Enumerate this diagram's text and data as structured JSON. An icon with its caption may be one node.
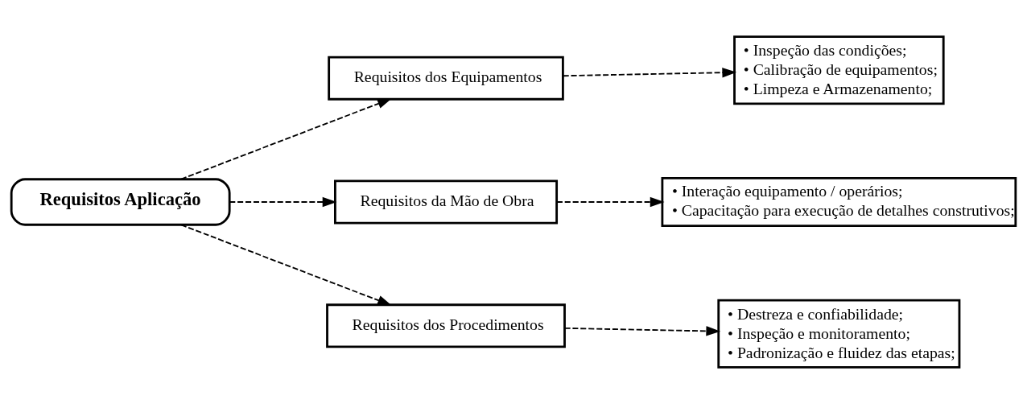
{
  "diagram": {
    "nodes": [
      {
        "text": [
          "Requisitos Aplicação"
        ]
      },
      {
        "text": [
          "Requisitos dos Equipamentos"
        ]
      },
      {
        "text": [
          "Requisitos da Mão de Obra"
        ]
      },
      {
        "text": [
          "Requisitos dos Procedimentos"
        ]
      },
      {
        "text": [
          "• Inspeção das condições;",
          "• Calibração de equipamentos;",
          "• Limpeza e Armazenamento;"
        ]
      },
      {
        "text": [
          "• Interação equipamento / operários;",
          "• Capacitação para execução de detalhes construtivos;"
        ]
      },
      {
        "text": [
          "• Destreza e confiabilidade;",
          "• Inspeção e monitoramento;",
          "• Padronização e fluidez das etapas;"
        ]
      }
    ],
    "edges": [
      {
        "from": 0,
        "to": 1,
        "arrow": "to",
        "style": "dashed"
      },
      {
        "from": 0,
        "to": 2,
        "arrow": "to",
        "style": "dashed"
      },
      {
        "from": 0,
        "to": 3,
        "arrow": "to",
        "style": "dashed"
      },
      {
        "from": 1,
        "to": 4,
        "arrow": "to",
        "style": "dashed"
      },
      {
        "from": 2,
        "to": 5,
        "arrow": "to",
        "style": "dashed"
      },
      {
        "from": 3,
        "to": 6,
        "arrow": "to",
        "style": "dashed"
      }
    ]
  }
}
